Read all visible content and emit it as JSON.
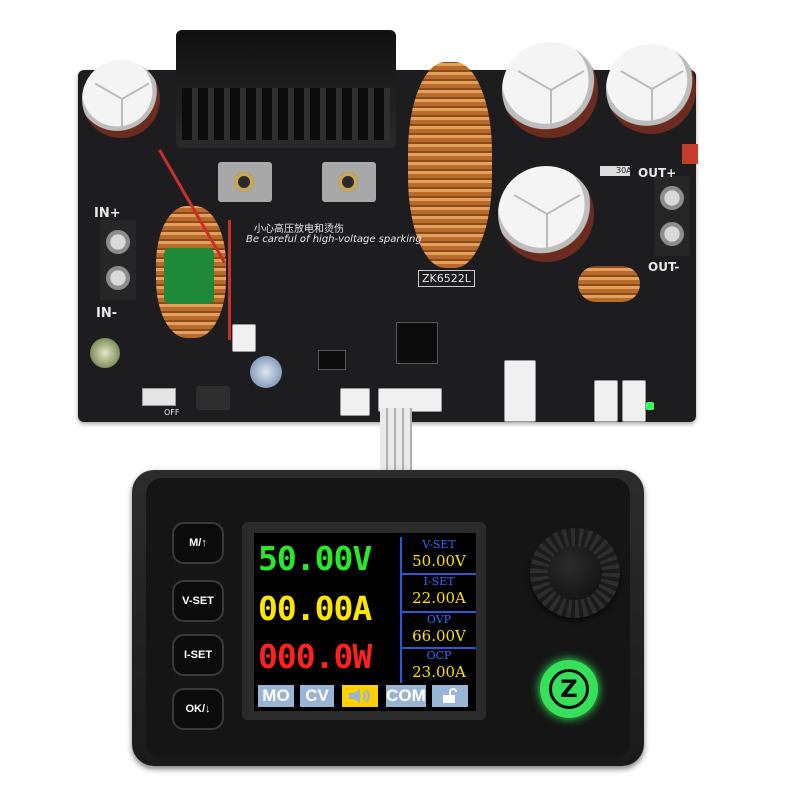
{
  "pcb": {
    "model": "ZK6522L",
    "warning_cn": "小心高压放电和烫伤",
    "warning_en": "Be careful of high-voltage sparking",
    "in_plus": "IN+",
    "in_minus": "IN-",
    "out_plus": "OUT+",
    "out_minus": "OUT-",
    "off": "OFF",
    "fuse": "30A"
  },
  "module": {
    "buttons": [
      "M/↑",
      "V-SET",
      "I-SET",
      "OK/↓"
    ]
  },
  "screen": {
    "voltage": "50.00V",
    "current": "00.00A",
    "power": "000.0W",
    "settings": [
      {
        "label": "V-SET",
        "value": "50.00V"
      },
      {
        "label": "I-SET",
        "value": "22.00A"
      },
      {
        "label": "OVP",
        "value": "66.00V"
      },
      {
        "label": "OCP",
        "value": "23.00A"
      }
    ],
    "status": {
      "mode": "MO",
      "cv": "CV",
      "sound_icon": "speaker-icon",
      "com": "COM",
      "lock_icon": "unlock-icon"
    },
    "colors": {
      "voltage": "#29e829",
      "current": "#ffe600",
      "power": "#ff2020",
      "setting_label": "#2f6bff",
      "setting_value": "#ffe000"
    }
  },
  "power_button": {
    "icon": "power-logo-icon"
  }
}
